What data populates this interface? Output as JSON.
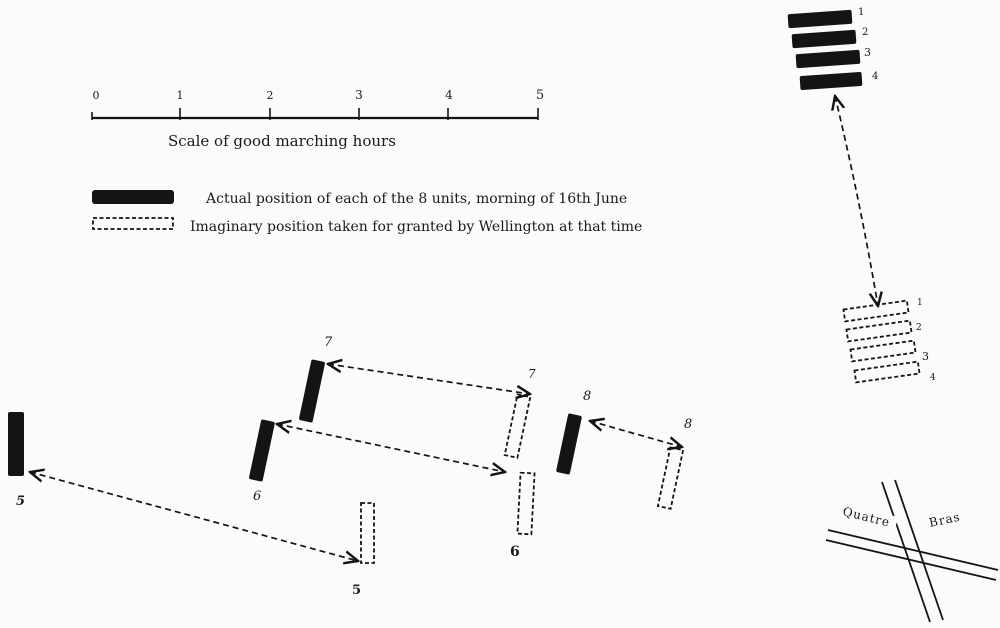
{
  "scale": {
    "ticks": [
      "0",
      "1",
      "2",
      "3",
      "4",
      "5"
    ],
    "caption": "Scale of good marching hours"
  },
  "legend": {
    "actual": "Actual position of each of the 8 units, morning of 16th June",
    "imaginary": "Imaginary position taken for granted by Wellington at that time"
  },
  "units": [
    {
      "id": "1",
      "actual_label": "1",
      "imaginary_label": "1"
    },
    {
      "id": "2",
      "actual_label": "2",
      "imaginary_label": "2"
    },
    {
      "id": "3",
      "actual_label": "3",
      "imaginary_label": "3"
    },
    {
      "id": "4",
      "actual_label": "4",
      "imaginary_label": "4"
    },
    {
      "id": "5",
      "actual_label": "5",
      "imaginary_label": "5"
    },
    {
      "id": "6",
      "actual_label": "6",
      "imaginary_label": "6"
    },
    {
      "id": "7",
      "actual_label": "7",
      "imaginary_label": "7"
    },
    {
      "id": "8",
      "actual_label": "8",
      "imaginary_label": "8"
    }
  ],
  "crossroads": {
    "left": "Quatre",
    "right": "Bras"
  },
  "colors": {
    "ink": "#141414",
    "paper": "#fbfbf9"
  }
}
